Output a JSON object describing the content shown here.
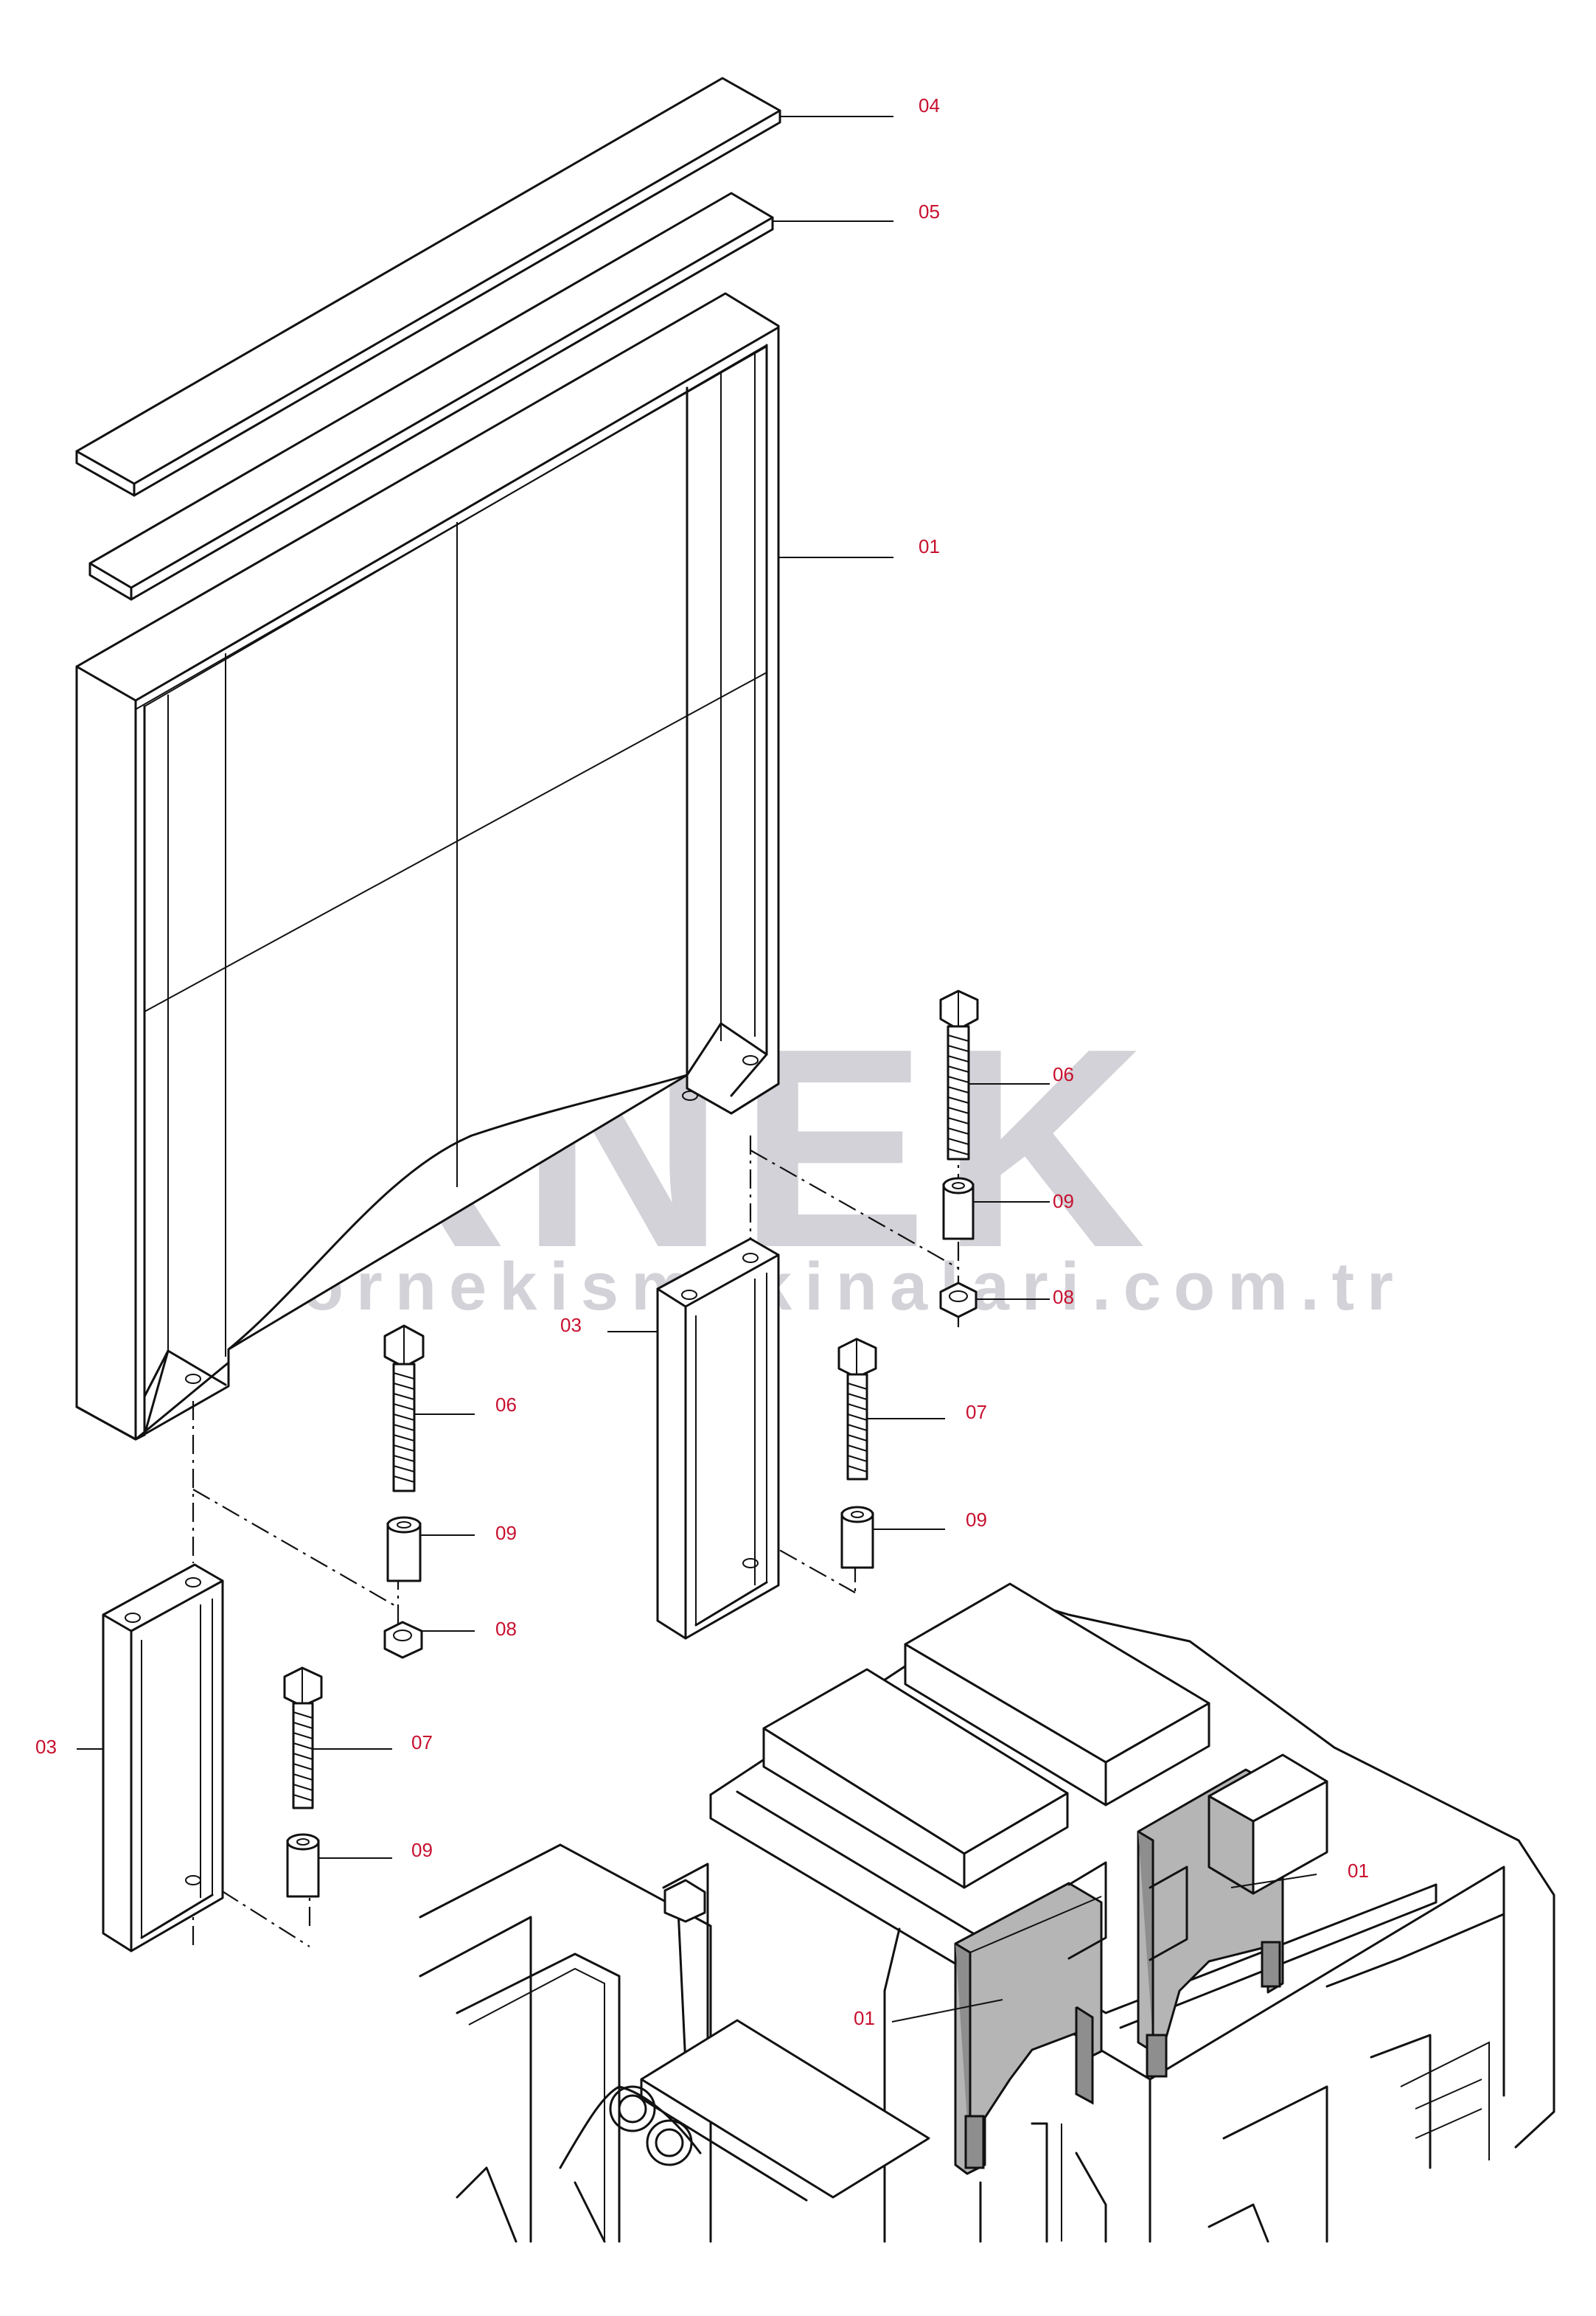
{
  "colors": {
    "label": "#c8102e",
    "watermark": "#d2d2d8",
    "watermark_accent": "#f3c64a",
    "line": "#111111",
    "highlight": "#b5b5b5"
  },
  "watermark": {
    "brand": "ÖRNEK",
    "url": "www.ornekismakinalari.com.tr"
  },
  "callouts": {
    "c04": "04",
    "c05": "05",
    "c01_top": "01",
    "c06_a": "06",
    "c09_a": "09",
    "c08_a": "08",
    "c03_a": "03",
    "c06_b": "06",
    "c07_a": "07",
    "c09_b": "09",
    "c09_c": "09",
    "c08_b": "08",
    "c03_b": "03",
    "c07_b": "07",
    "c09_d": "09",
    "c01_m1": "01",
    "c01_m2": "01"
  }
}
